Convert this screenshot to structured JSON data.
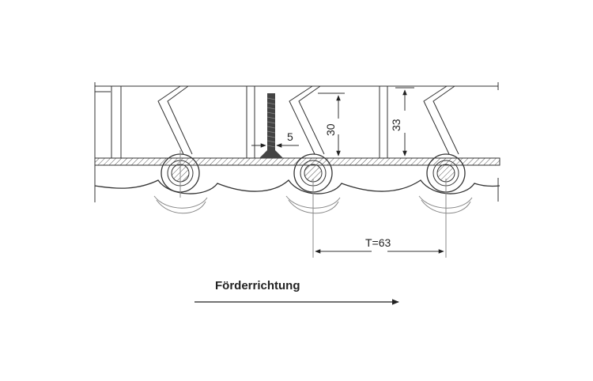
{
  "dimensions": {
    "gap": "5",
    "height_inner": "30",
    "height_outer": "33",
    "pitch": "T=63"
  },
  "direction_label": "Förderrichtung",
  "colors": {
    "line": "#333333",
    "hatch": "#555555",
    "screw": "#444444"
  }
}
